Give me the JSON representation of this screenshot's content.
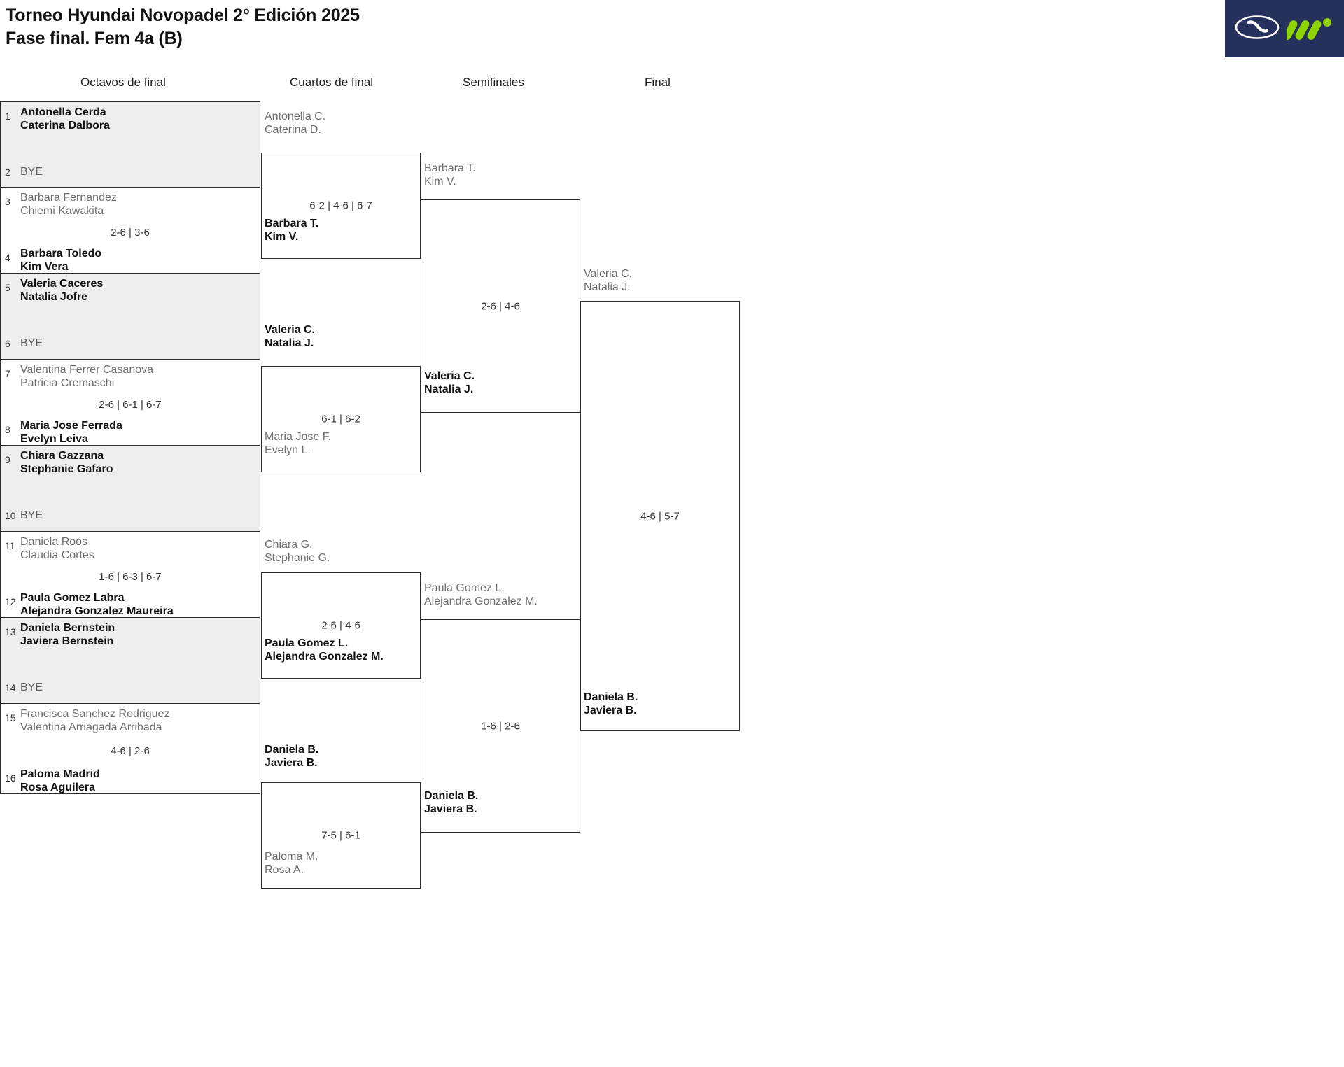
{
  "header": {
    "title_line1": "Torneo Hyundai Novopadel 2° Edición 2025",
    "title_line2": "Fase final. Fem 4a (B)",
    "logo": {
      "background": "#25305c",
      "hyundai_color": "#ffffff",
      "mark_color": "#8fd400",
      "hyundai_letter": "H"
    }
  },
  "rounds": [
    {
      "label": "Octavos de final"
    },
    {
      "label": "Cuartos de final"
    },
    {
      "label": "Semifinales"
    },
    {
      "label": "Final"
    }
  ],
  "chart_data": {
    "type": "bracket",
    "title": "Torneo Hyundai Novopadel 2° Edición 2025 — Fase final. Fem 4a (B)",
    "rounds": [
      "Octavos de final",
      "Cuartos de final",
      "Semifinales",
      "Final"
    ],
    "champion": "Daniela Bernstein / Javiera Bernstein"
  },
  "round16": [
    {
      "shaded": true,
      "top": {
        "seed": "1",
        "p1": "Antonella Cerda",
        "p2": "Caterina Dalbora",
        "winner": true
      },
      "bottom": {
        "seed": "2",
        "bye": "BYE"
      },
      "score": ""
    },
    {
      "shaded": false,
      "top": {
        "seed": "3",
        "p1": "Barbara Fernandez",
        "p2": "Chiemi Kawakita",
        "winner": false
      },
      "bottom": {
        "seed": "4",
        "p1": "Barbara Toledo",
        "p2": "Kim Vera",
        "winner": true
      },
      "score": "2-6 | 3-6"
    },
    {
      "shaded": true,
      "top": {
        "seed": "5",
        "p1": "Valeria Caceres",
        "p2": "Natalia Jofre",
        "winner": true
      },
      "bottom": {
        "seed": "6",
        "bye": "BYE"
      },
      "score": ""
    },
    {
      "shaded": false,
      "top": {
        "seed": "7",
        "p1": "Valentina Ferrer Casanova",
        "p2": "Patricia Cremaschi",
        "winner": false
      },
      "bottom": {
        "seed": "8",
        "p1": "Maria Jose Ferrada",
        "p2": "Evelyn Leiva",
        "winner": true
      },
      "score": "2-6 | 6-1 | 6-7"
    },
    {
      "shaded": true,
      "top": {
        "seed": "9",
        "p1": "Chiara Gazzana",
        "p2": "Stephanie Gafaro",
        "winner": true
      },
      "bottom": {
        "seed": "10",
        "bye": "BYE"
      },
      "score": ""
    },
    {
      "shaded": false,
      "top": {
        "seed": "11",
        "p1": "Daniela Roos",
        "p2": "Claudia Cortes",
        "winner": false
      },
      "bottom": {
        "seed": "12",
        "p1": "Paula Gomez Labra",
        "p2": "Alejandra Gonzalez Maureira",
        "winner": true
      },
      "score": "1-6 | 6-3 | 6-7"
    },
    {
      "shaded": true,
      "top": {
        "seed": "13",
        "p1": "Daniela Bernstein",
        "p2": "Javiera Bernstein",
        "winner": true
      },
      "bottom": {
        "seed": "14",
        "bye": "BYE"
      },
      "score": ""
    },
    {
      "shaded": false,
      "top": {
        "seed": "15",
        "p1": "Francisca Sanchez Rodriguez",
        "p2": "Valentina Arriagada Arribada",
        "winner": false
      },
      "bottom": {
        "seed": "16",
        "p1": "Paloma Madrid",
        "p2": "Rosa Aguilera",
        "winner": true
      },
      "score": "4-6 | 2-6"
    }
  ],
  "quarterfinals": [
    {
      "top": {
        "p1": "Antonella C.",
        "p2": "Caterina D.",
        "winner": false
      },
      "bottom": {
        "p1": "Barbara T.",
        "p2": "Kim V.",
        "winner": true
      },
      "score": "6-2 | 4-6 | 6-7"
    },
    {
      "top": {
        "p1": "Valeria C.",
        "p2": "Natalia J.",
        "winner": true
      },
      "bottom": {
        "p1": "Maria Jose F.",
        "p2": "Evelyn L.",
        "winner": false
      },
      "score": "6-1 | 6-2"
    },
    {
      "top": {
        "p1": "Chiara G.",
        "p2": "Stephanie G.",
        "winner": false
      },
      "bottom": {
        "p1": "Paula Gomez L.",
        "p2": "Alejandra Gonzalez M.",
        "winner": true
      },
      "score": "2-6 | 4-6"
    },
    {
      "top": {
        "p1": "Daniela B.",
        "p2": "Javiera B.",
        "winner": true
      },
      "bottom": {
        "p1": "Paloma M.",
        "p2": "Rosa A.",
        "winner": false
      },
      "score": "7-5 | 6-1"
    }
  ],
  "semifinals": [
    {
      "top": {
        "p1": "Barbara T.",
        "p2": "Kim V.",
        "winner": false
      },
      "bottom": {
        "p1": "Valeria C.",
        "p2": "Natalia J.",
        "winner": true
      },
      "score": "2-6 | 4-6"
    },
    {
      "top": {
        "p1": "Paula Gomez L.",
        "p2": "Alejandra Gonzalez M.",
        "winner": false
      },
      "bottom": {
        "p1": "Daniela B.",
        "p2": "Javiera B.",
        "winner": true
      },
      "score": "1-6 | 2-6"
    }
  ],
  "final": {
    "top": {
      "p1": "Valeria C.",
      "p2": "Natalia J.",
      "winner": false
    },
    "bottom": {
      "p1": "Daniela B.",
      "p2": "Javiera B.",
      "winner": true
    },
    "score": "4-6 | 5-7"
  },
  "champion": {
    "p1": "Daniela B.",
    "p2": "Javiera B."
  }
}
